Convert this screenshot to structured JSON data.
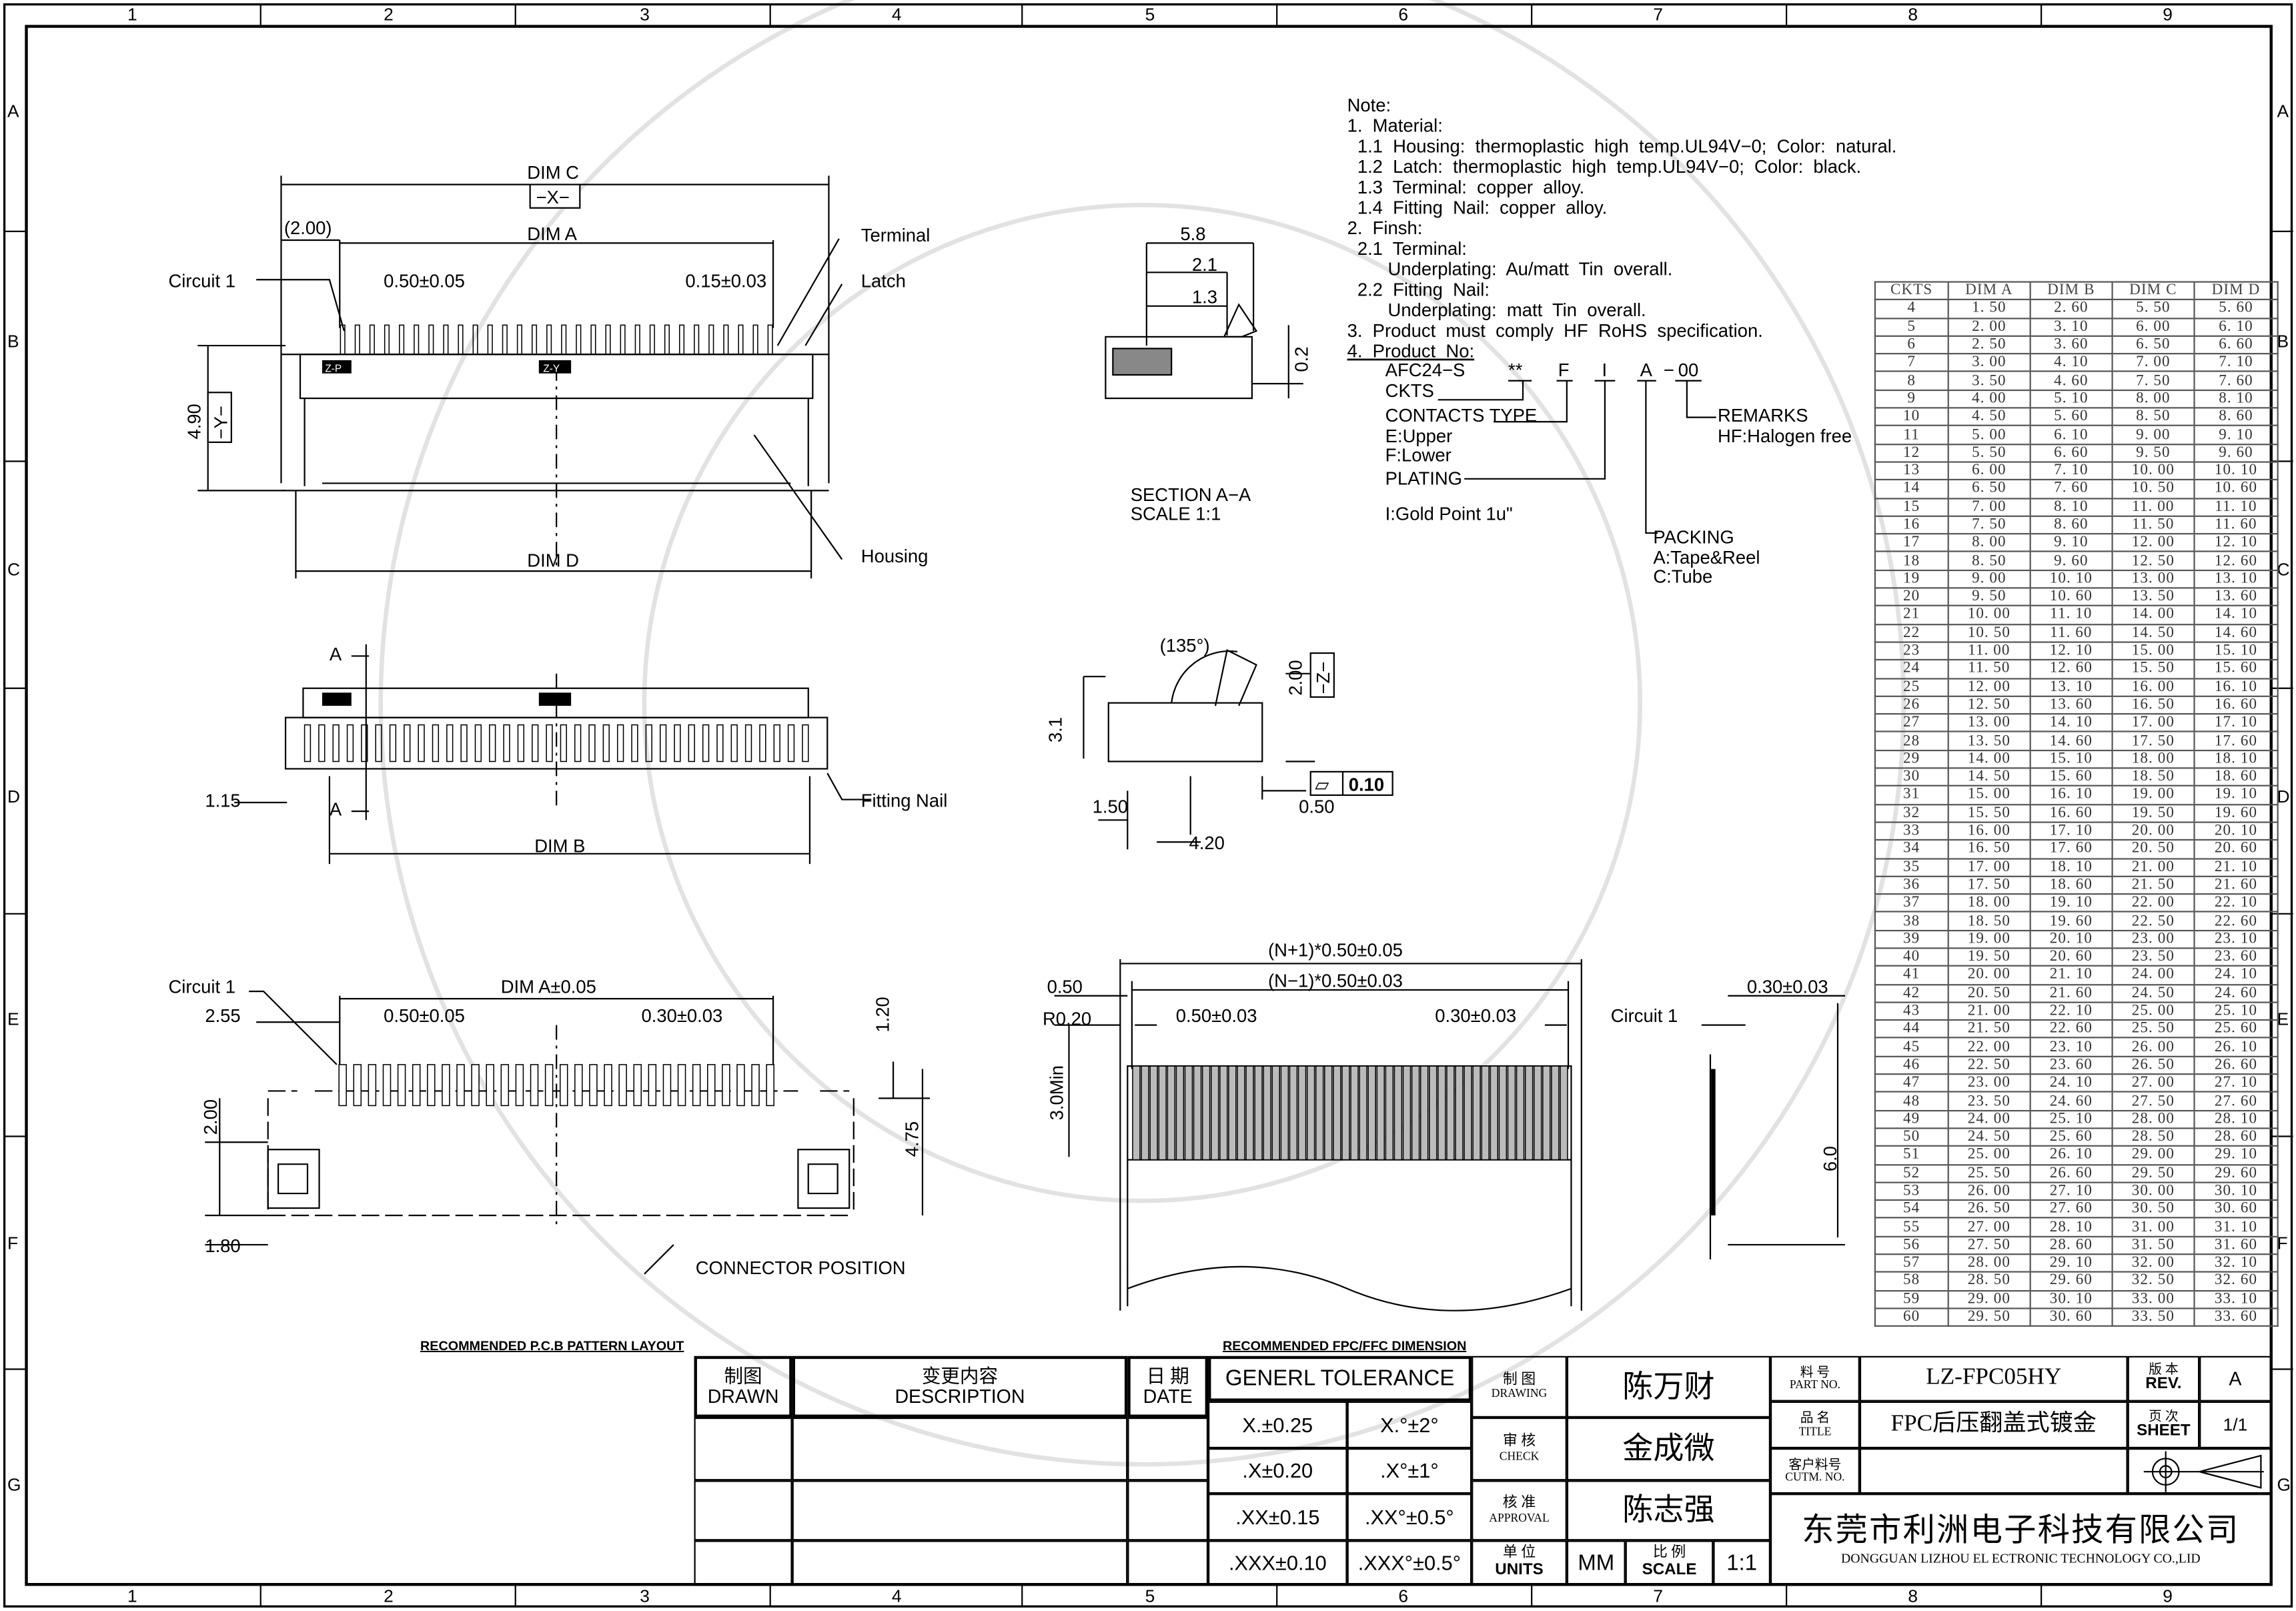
{
  "frame": {
    "columns": [
      "1",
      "2",
      "3",
      "4",
      "5",
      "6",
      "7",
      "8",
      "9"
    ],
    "rows": [
      "A",
      "B",
      "C",
      "D",
      "E",
      "F",
      "G"
    ]
  },
  "notes": {
    "heading": "Note:",
    "lines": [
      "1.  Material:",
      "  1.1  Housing:  thermoplastic  high  temp.UL94V−0;  Color:  natural.",
      "  1.2  Latch:  thermoplastic  high  temp.UL94V−0;  Color:  black.",
      "  1.3  Terminal:  copper  alloy.",
      "  1.4  Fitting  Nail:  copper  alloy.",
      "2.  Finsh:",
      "  2.1  Terminal:",
      "        Underplating:  Au/matt  Tin  overall.",
      "  2.2  Fitting  Nail:",
      "        Underplating:  matt  Tin  overall.",
      "3.  Product  must  comply  HF  RoHS  specification.",
      "4.  Product  No:"
    ],
    "part_code": {
      "prefix": "AFC24−S",
      "ckts": "**",
      "contact": "F",
      "plating": "I",
      "packing": "A",
      "dash": "−",
      "remarks": "00"
    },
    "legend": {
      "ckts": "CKTS",
      "contacts_type": "CONTACTS  TYPE",
      "contacts_e": "E:Upper",
      "contacts_f": "F:Lower",
      "plating": "PLATING",
      "plating_i": "I:Gold  Point  1u\"",
      "remarks": "REMARKS",
      "remarks_hf": "HF:Halogen  free",
      "packing": "PACKING",
      "packing_a": "A:Tape&Reel",
      "packing_c": "C:Tube"
    }
  },
  "top_view": {
    "dim_c": "DIM  C",
    "x_datum": "−X−",
    "dim_2": "(2.00)",
    "dim_a": "DIM  A",
    "circuit1": "Circuit  1",
    "pitch": "0.50±0.05",
    "width": "0.15±0.03",
    "terminal": "Terminal",
    "latch": "Latch",
    "height": "4.90",
    "y_datum": "−Y−",
    "dim_d": "DIM  D",
    "housing": "Housing",
    "mark_zp": "Z-P",
    "mark_zy": "Z-Y"
  },
  "section_view": {
    "d58": "5.8",
    "d21": "2.1",
    "d13": "1.3",
    "d02": "0.2",
    "title": "SECTION  A−A",
    "scale": "SCALE     1:1"
  },
  "open_view": {
    "angle": "(135°)",
    "d200": "2.00",
    "z_datum": "−Z−",
    "d31": "3.1",
    "flat_sym": "⏥",
    "flat_val": "0.10",
    "d150": "1.50",
    "d050": "0.50",
    "d420": "4.20"
  },
  "front_view": {
    "a_top": "A",
    "a_bot": "A",
    "d115": "1.15",
    "dim_b": "DIM  B",
    "fitting_nail": "Fitting  Nail"
  },
  "pcb": {
    "circuit1": "Circuit  1",
    "dim_a": "DIM  A±0.05",
    "d255": "2.55",
    "pitch": "0.50±0.05",
    "pad": "0.30±0.03",
    "d120": "1.20",
    "d200": "2.00",
    "d475": "4.75",
    "d180": "1.80",
    "position": "CONNECTOR  POSITION",
    "title": "RECOMMENDED  P.C.B  PATTERN  LAYOUT"
  },
  "fpc": {
    "n_plus": "(N+1)*0.50±0.05",
    "n_minus": "(N−1)*0.50±0.03",
    "d050": "0.50",
    "r020": "R0.20",
    "pitch": "0.50±0.03",
    "width": "0.30±0.03",
    "circuit1": "Circuit  1",
    "min": "3.0Min",
    "thick": "0.30±0.03",
    "d60": "6.0",
    "title": "RECOMMENDED  FPC/FFC  DIMENSION"
  },
  "dim_table": {
    "headers": [
      "CKTS",
      "DIM  A",
      "DIM  B",
      "DIM  C",
      "DIM  D"
    ],
    "rows": [
      [
        "4",
        "1. 50",
        "2. 60",
        "5. 50",
        "5. 60"
      ],
      [
        "5",
        "2. 00",
        "3. 10",
        "6. 00",
        "6. 10"
      ],
      [
        "6",
        "2. 50",
        "3. 60",
        "6. 50",
        "6. 60"
      ],
      [
        "7",
        "3. 00",
        "4. 10",
        "7. 00",
        "7. 10"
      ],
      [
        "8",
        "3. 50",
        "4. 60",
        "7. 50",
        "7. 60"
      ],
      [
        "9",
        "4. 00",
        "5. 10",
        "8. 00",
        "8. 10"
      ],
      [
        "10",
        "4. 50",
        "5. 60",
        "8. 50",
        "8. 60"
      ],
      [
        "11",
        "5. 00",
        "6. 10",
        "9. 00",
        "9. 10"
      ],
      [
        "12",
        "5. 50",
        "6. 60",
        "9. 50",
        "9. 60"
      ],
      [
        "13",
        "6. 00",
        "7. 10",
        "10. 00",
        "10. 10"
      ],
      [
        "14",
        "6. 50",
        "7. 60",
        "10. 50",
        "10. 60"
      ],
      [
        "15",
        "7. 00",
        "8. 10",
        "11. 00",
        "11. 10"
      ],
      [
        "16",
        "7. 50",
        "8. 60",
        "11. 50",
        "11. 60"
      ],
      [
        "17",
        "8. 00",
        "9. 10",
        "12. 00",
        "12. 10"
      ],
      [
        "18",
        "8. 50",
        "9. 60",
        "12. 50",
        "12. 60"
      ],
      [
        "19",
        "9. 00",
        "10. 10",
        "13. 00",
        "13. 10"
      ],
      [
        "20",
        "9. 50",
        "10. 60",
        "13. 50",
        "13. 60"
      ],
      [
        "21",
        "10. 00",
        "11. 10",
        "14. 00",
        "14. 10"
      ],
      [
        "22",
        "10. 50",
        "11. 60",
        "14. 50",
        "14. 60"
      ],
      [
        "23",
        "11. 00",
        "12. 10",
        "15. 00",
        "15. 10"
      ],
      [
        "24",
        "11. 50",
        "12. 60",
        "15. 50",
        "15. 60"
      ],
      [
        "25",
        "12. 00",
        "13. 10",
        "16. 00",
        "16. 10"
      ],
      [
        "26",
        "12. 50",
        "13. 60",
        "16. 50",
        "16. 60"
      ],
      [
        "27",
        "13. 00",
        "14. 10",
        "17. 00",
        "17. 10"
      ],
      [
        "28",
        "13. 50",
        "14. 60",
        "17. 50",
        "17. 60"
      ],
      [
        "29",
        "14. 00",
        "15. 10",
        "18. 00",
        "18. 10"
      ],
      [
        "30",
        "14. 50",
        "15. 60",
        "18. 50",
        "18. 60"
      ],
      [
        "31",
        "15. 00",
        "16. 10",
        "19. 00",
        "19. 10"
      ],
      [
        "32",
        "15. 50",
        "16. 60",
        "19. 50",
        "19. 60"
      ],
      [
        "33",
        "16. 00",
        "17. 10",
        "20. 00",
        "20. 10"
      ],
      [
        "34",
        "16. 50",
        "17. 60",
        "20. 50",
        "20. 60"
      ],
      [
        "35",
        "17. 00",
        "18. 10",
        "21. 00",
        "21. 10"
      ],
      [
        "36",
        "17. 50",
        "18. 60",
        "21. 50",
        "21. 60"
      ],
      [
        "37",
        "18. 00",
        "19. 10",
        "22. 00",
        "22. 10"
      ],
      [
        "38",
        "18. 50",
        "19. 60",
        "22. 50",
        "22. 60"
      ],
      [
        "39",
        "19. 00",
        "20. 10",
        "23. 00",
        "23. 10"
      ],
      [
        "40",
        "19. 50",
        "20. 60",
        "23. 50",
        "23. 60"
      ],
      [
        "41",
        "20. 00",
        "21. 10",
        "24. 00",
        "24. 10"
      ],
      [
        "42",
        "20. 50",
        "21. 60",
        "24. 50",
        "24. 60"
      ],
      [
        "43",
        "21. 00",
        "22. 10",
        "25. 00",
        "25. 10"
      ],
      [
        "44",
        "21. 50",
        "22. 60",
        "25. 50",
        "25. 60"
      ],
      [
        "45",
        "22. 00",
        "23. 10",
        "26. 00",
        "26. 10"
      ],
      [
        "46",
        "22. 50",
        "23. 60",
        "26. 50",
        "26. 60"
      ],
      [
        "47",
        "23. 00",
        "24. 10",
        "27. 00",
        "27. 10"
      ],
      [
        "48",
        "23. 50",
        "24. 60",
        "27. 50",
        "27. 60"
      ],
      [
        "49",
        "24. 00",
        "25. 10",
        "28. 00",
        "28. 10"
      ],
      [
        "50",
        "24. 50",
        "25. 60",
        "28. 50",
        "28. 60"
      ],
      [
        "51",
        "25. 00",
        "26. 10",
        "29. 00",
        "29. 10"
      ],
      [
        "52",
        "25. 50",
        "26. 60",
        "29. 50",
        "29. 60"
      ],
      [
        "53",
        "26. 00",
        "27. 10",
        "30. 00",
        "30. 10"
      ],
      [
        "54",
        "26. 50",
        "27. 60",
        "30. 50",
        "30. 60"
      ],
      [
        "55",
        "27. 00",
        "28. 10",
        "31. 00",
        "31. 10"
      ],
      [
        "56",
        "27. 50",
        "28. 60",
        "31. 50",
        "31. 60"
      ],
      [
        "57",
        "28. 00",
        "29. 10",
        "32. 00",
        "32. 10"
      ],
      [
        "58",
        "28. 50",
        "29. 60",
        "32. 50",
        "32. 60"
      ],
      [
        "59",
        "29. 00",
        "30. 10",
        "33. 00",
        "33. 10"
      ],
      [
        "60",
        "29. 50",
        "30. 60",
        "33. 50",
        "33. 60"
      ]
    ]
  },
  "title_block": {
    "drawn_cn": "制图",
    "drawn": "DRAWN",
    "desc_cn": "变更内容",
    "desc": "DESCRIPTION",
    "date_cn": "日 期",
    "date": "DATE",
    "tolerance": "GENERL  TOLERANCE",
    "tol": [
      [
        "X.±0.25",
        "X.°±2°"
      ],
      [
        ".X±0.20",
        ".X°±1°"
      ],
      [
        ".XX±0.15",
        ".XX°±0.5°"
      ],
      [
        ".XXX±0.10",
        ".XXX°±0.5°"
      ]
    ],
    "drawing_cn": "制  图",
    "drawing": "DRAWING",
    "drawing_name": "陈万财",
    "check_cn": "审  核",
    "check": "CHECK",
    "check_name": "金成微",
    "approval_cn": "核  准",
    "approval": "APPROVAL",
    "approval_name": "陈志强",
    "units_cn": "单  位",
    "units": "UNITS",
    "units_val": "MM",
    "scale_cn": "比  例",
    "scale": "SCALE",
    "scale_val": "1:1",
    "part_cn": "料  号",
    "part": "PART NO.",
    "part_val": "LZ-FPC05HY",
    "rev_cn": "版 本",
    "rev": "REV.",
    "rev_val": "A",
    "title_cn": "品  名",
    "title": "TITLE",
    "title_val": "FPC后压翻盖式镀金",
    "sheet_cn": "页 次",
    "sheet": "SHEET",
    "sheet_val": "1/1",
    "cust_cn": "客户料号",
    "cust": "CUTM. NO.",
    "company_cn": "东莞市利洲电子科技有限公司",
    "company_en": "DONGGUAN LIZHOU EL ECTRONIC TECHNOLOGY CO.,LID"
  }
}
